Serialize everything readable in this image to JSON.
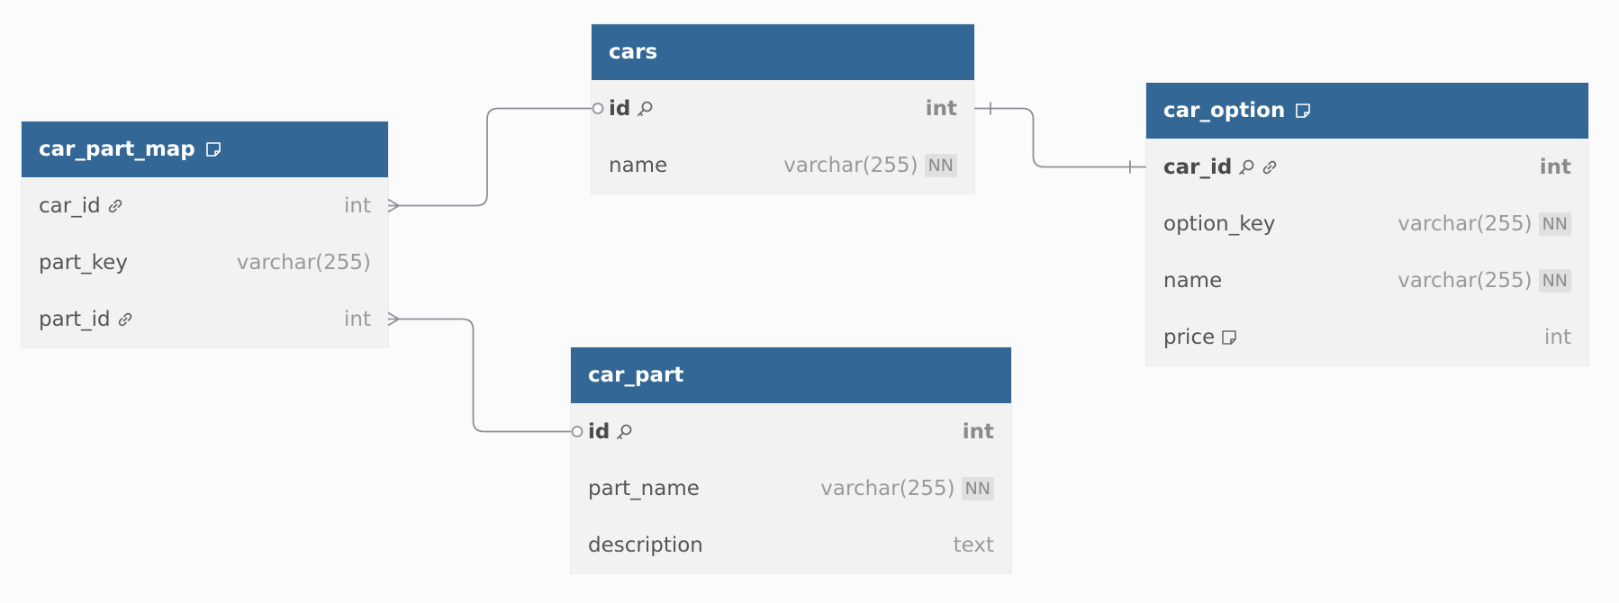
{
  "tables": {
    "cars": {
      "name": "cars",
      "fields": [
        {
          "name": "id",
          "type": "int",
          "pk": true,
          "icons": [
            "key-icon"
          ]
        },
        {
          "name": "name",
          "type": "varchar(255)",
          "nn": "NN"
        }
      ]
    },
    "car_part_map": {
      "name": "car_part_map",
      "note_icon": "note-icon",
      "fields": [
        {
          "name": "car_id",
          "type": "int",
          "icons": [
            "link-icon"
          ]
        },
        {
          "name": "part_key",
          "type": "varchar(255)"
        },
        {
          "name": "part_id",
          "type": "int",
          "icons": [
            "link-icon"
          ]
        }
      ]
    },
    "car_option": {
      "name": "car_option",
      "note_icon": "note-icon",
      "fields": [
        {
          "name": "car_id",
          "type": "int",
          "pk": true,
          "icons": [
            "key-icon",
            "link-icon"
          ]
        },
        {
          "name": "option_key",
          "type": "varchar(255)",
          "nn": "NN"
        },
        {
          "name": "name",
          "type": "varchar(255)",
          "nn": "NN"
        },
        {
          "name": "price",
          "type": "int",
          "icons": [
            "note-icon"
          ]
        }
      ]
    },
    "car_part": {
      "name": "car_part",
      "fields": [
        {
          "name": "id",
          "type": "int",
          "pk": true,
          "icons": [
            "key-icon"
          ]
        },
        {
          "name": "part_name",
          "type": "varchar(255)",
          "nn": "NN"
        },
        {
          "name": "description",
          "type": "text"
        }
      ]
    }
  },
  "relationships": [
    {
      "from": "car_part_map.car_id",
      "to": "cars.id",
      "from_end": "many",
      "to_end": "zero-or-one"
    },
    {
      "from": "car_part_map.part_id",
      "to": "car_part.id",
      "from_end": "many",
      "to_end": "zero-or-one"
    },
    {
      "from": "cars.id",
      "to": "car_option.car_id",
      "from_end": "one",
      "to_end": "one"
    }
  ],
  "colors": {
    "header": "#336896",
    "body": "#f2f2f2",
    "background": "#fbfbfb",
    "link_line": "#8f8f98"
  }
}
